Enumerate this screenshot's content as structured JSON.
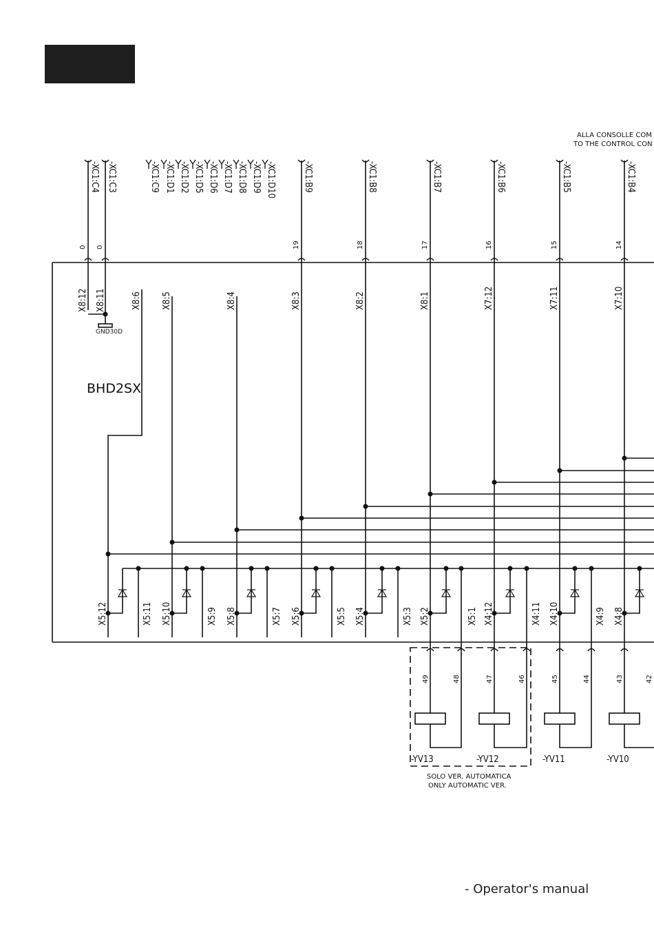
{
  "header": {
    "console_label_it": "ALLA CONSOLLE COM",
    "console_label_en": "TO THE CONTROL CON"
  },
  "top_connectors": [
    {
      "label": "-XC1:C4",
      "wire": "0",
      "pin": "X8:12"
    },
    {
      "label": "-XC1:C3",
      "wire": "0",
      "pin": "X8:11"
    },
    {
      "label": "-XC1:B9",
      "wire": "19",
      "pin": "X8:3"
    },
    {
      "label": "-XC1:B8",
      "wire": "18",
      "pin": "X8:2"
    },
    {
      "label": "-XC1:B7",
      "wire": "17",
      "pin": "X8:1"
    },
    {
      "label": "-XC1:B6",
      "wire": "16",
      "pin": "X7:12"
    },
    {
      "label": "-XC1:B5",
      "wire": "15",
      "pin": "X7:11"
    },
    {
      "label": "-XC1:B4",
      "wire": "14",
      "pin": "X7:10"
    }
  ],
  "group_connectors": [
    "-XC1:C9",
    "-XC1:D1",
    "-XC1:D2",
    "-XC1:D5",
    "-XC1:D6",
    "-XC1:D7",
    "-XC1:D8",
    "-XC1:D9",
    "-XC1:D10"
  ],
  "inner_pins": [
    "X8:6",
    "X8:5",
    "X8:4"
  ],
  "ground_label": "GND30D",
  "board_label": "BHD2SX",
  "bottom_pins": [
    "X5:12",
    "X5:11",
    "X5:10",
    "X5:9",
    "X5:8",
    "X5:7",
    "X5:6",
    "X5:5",
    "X5:4",
    "X5:3",
    "X5:2",
    "X5:1",
    "X4:12",
    "X4:11",
    "X4:10",
    "X4:9",
    "X4:8"
  ],
  "valves": [
    {
      "name": "-YV13",
      "wires": [
        "49",
        "48"
      ]
    },
    {
      "name": "-YV12",
      "wires": [
        "47",
        "46"
      ]
    },
    {
      "name": "-YV11",
      "wires": [
        "45",
        "44"
      ]
    },
    {
      "name": "-YV10",
      "wires": [
        "43",
        "42"
      ]
    }
  ],
  "automatic_note": {
    "it": "SOLO VER. AUTOMATICA",
    "en": "ONLY AUTOMATIC VER."
  },
  "footer": "- Operator's manual"
}
